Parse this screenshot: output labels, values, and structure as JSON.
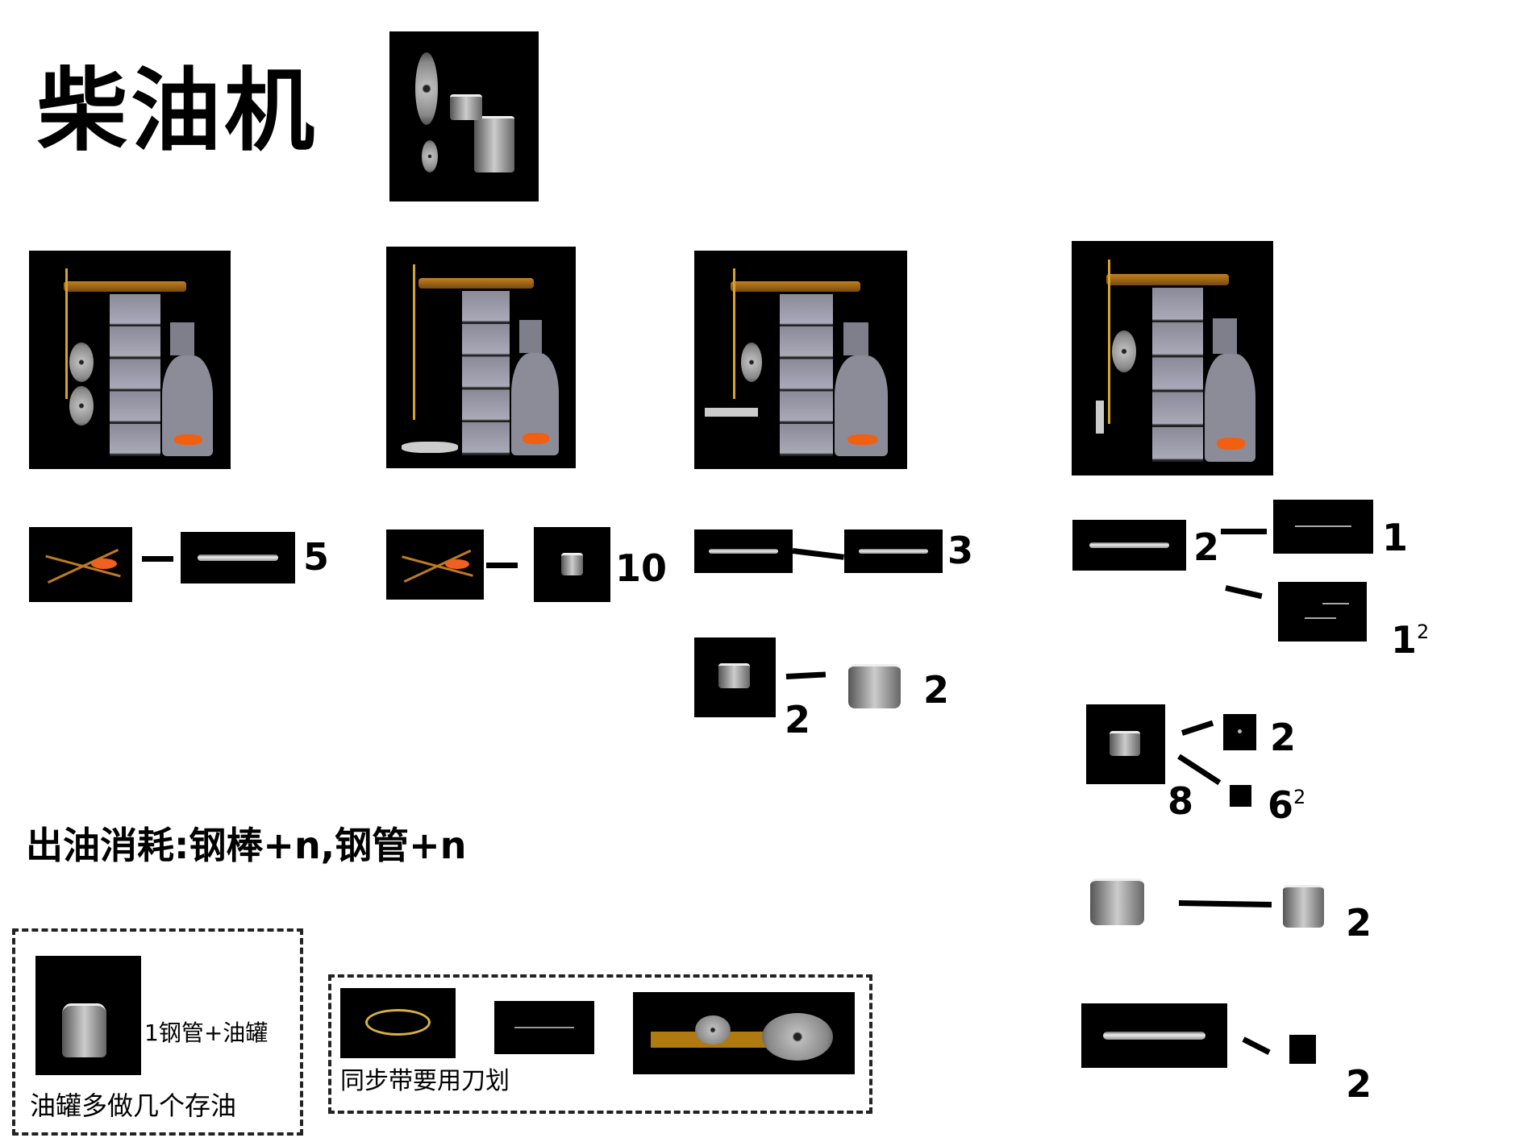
{
  "title": "柴油机",
  "consumption": "出油消耗:钢棒+n,钢管+n",
  "recipes": {
    "col1": {
      "qty": "5"
    },
    "col2": {
      "qty": "10"
    },
    "col3": {
      "rod_qty": "3",
      "can_in_qty": "2",
      "can_out_qty": "2"
    },
    "col4": {
      "rod_qty": "2",
      "wire_qty": "1",
      "bracket_qty": "1",
      "bracket_sup": "2",
      "can_qty": "8",
      "dot_qty": "2",
      "sq_qty": "6",
      "sq_sup": "2",
      "can2_qty": "2",
      "rod2_qty": "2"
    }
  },
  "oil_tank_box": {
    "recipe": "1钢管+油罐",
    "note": "油罐多做几个存油"
  },
  "belt_box": {
    "note": "同步带要用刀划"
  }
}
